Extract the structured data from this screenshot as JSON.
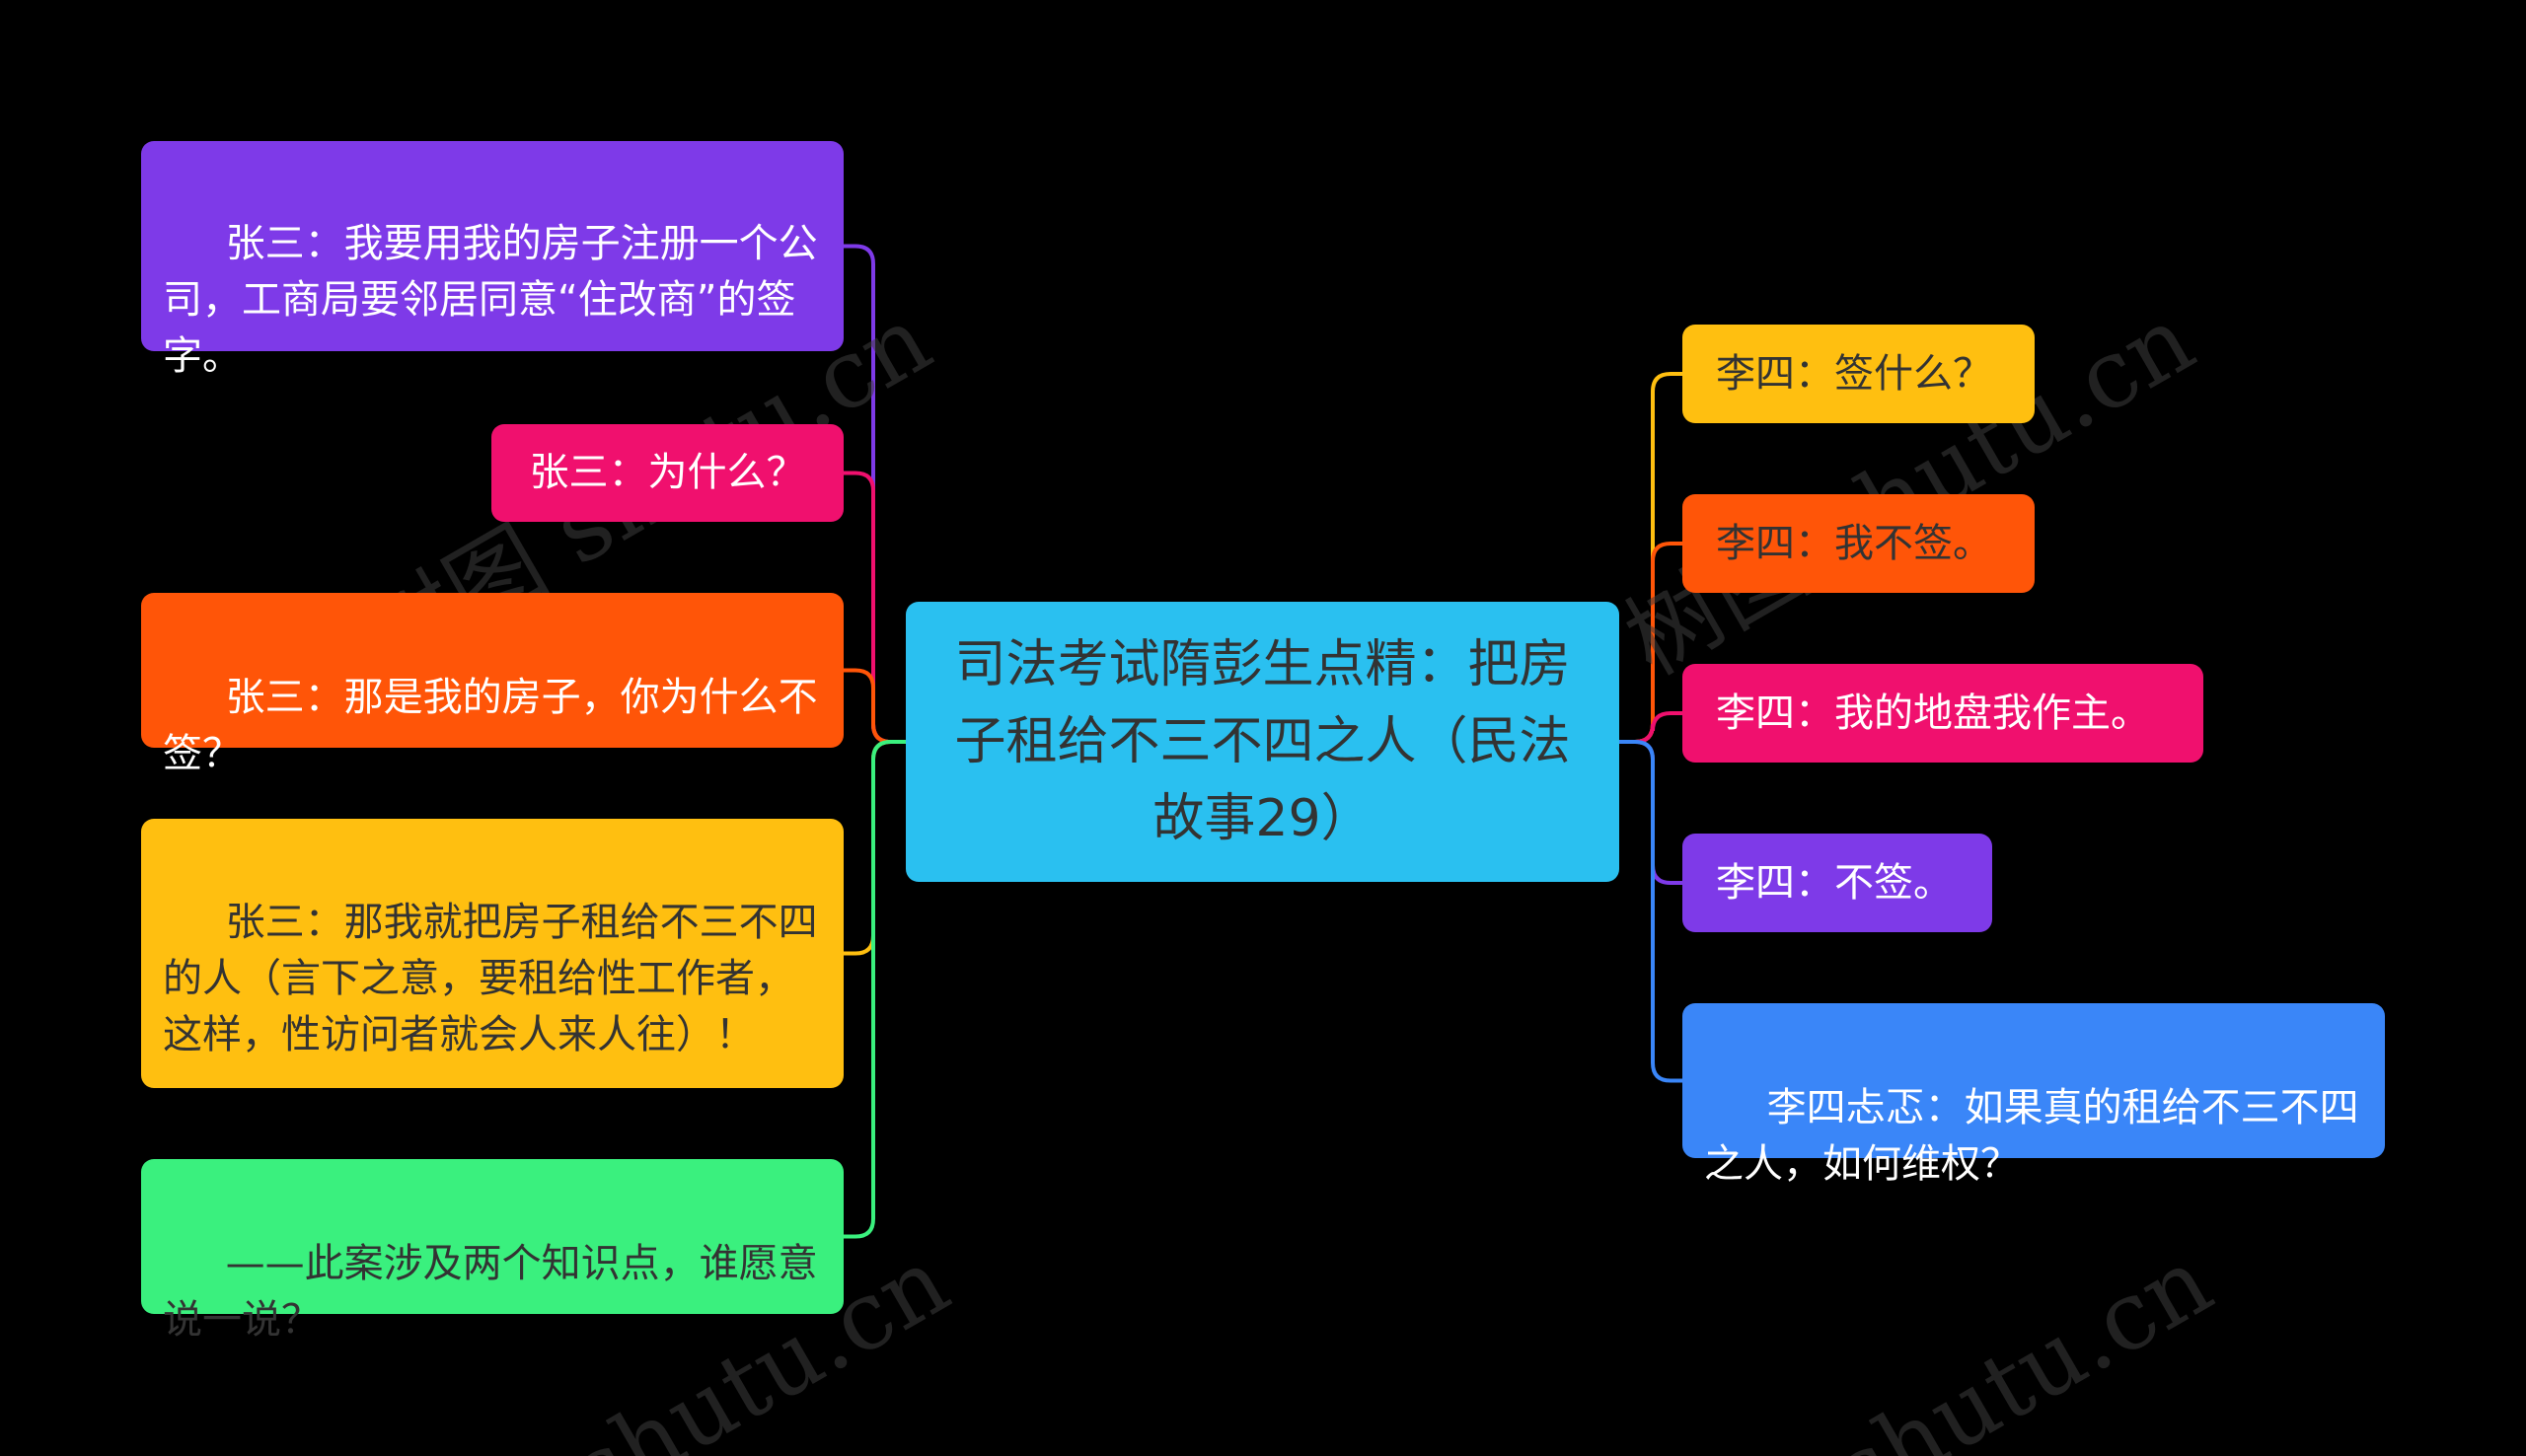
{
  "central_topic": {
    "text": "司法考试隋彭生点精：把房子租给不三不四之人（民法故事29）",
    "color": "#2AC0F0",
    "text_color": "#333333"
  },
  "left_branches": [
    {
      "text": " 张三：我要用我的房子注册一个公司，工商局要邻居同意“住改商”的签字。",
      "color": "#7E3AE8",
      "text_color": "#FFFFFF"
    },
    {
      "text": "张三：为什么？",
      "color": "#F0106E",
      "text_color": "#FFFFFF"
    },
    {
      "text": " 张三：那是我的房子，你为什么不签？",
      "color": "#FF5508",
      "text_color": "#FFFFFF"
    },
    {
      "text": " 张三：那我就把房子租给不三不四的人（言下之意，要租给性工作者，这样，性访问者就会人来人往）！",
      "color": "#FFBF10",
      "text_color": "#333333"
    },
    {
      "text": " ——此案涉及两个知识点，谁愿意说一说？",
      "color": "#3AF07E",
      "text_color": "#333333"
    }
  ],
  "right_branches": [
    {
      "text": "李四：签什么？",
      "color": "#FFBF10",
      "text_color": "#333333"
    },
    {
      "text": "李四：我不签。",
      "color": "#FF5508",
      "text_color": "#333333"
    },
    {
      "text": "李四：我的地盘我作主。",
      "color": "#F0106E",
      "text_color": "#FFFFFF"
    },
    {
      "text": "李四：不签。",
      "color": "#7E3AE8",
      "text_color": "#FFFFFF"
    },
    {
      "text": " 李四忐忑：如果真的租给不三不四之人，如何维权？",
      "color": "#3A86F8",
      "text_color": "#FFFFFF"
    }
  ],
  "watermarks": [
    "树图 shutu.cn",
    "树图 shutu.cn",
    "shutu.cn",
    "shutu.cn"
  ]
}
